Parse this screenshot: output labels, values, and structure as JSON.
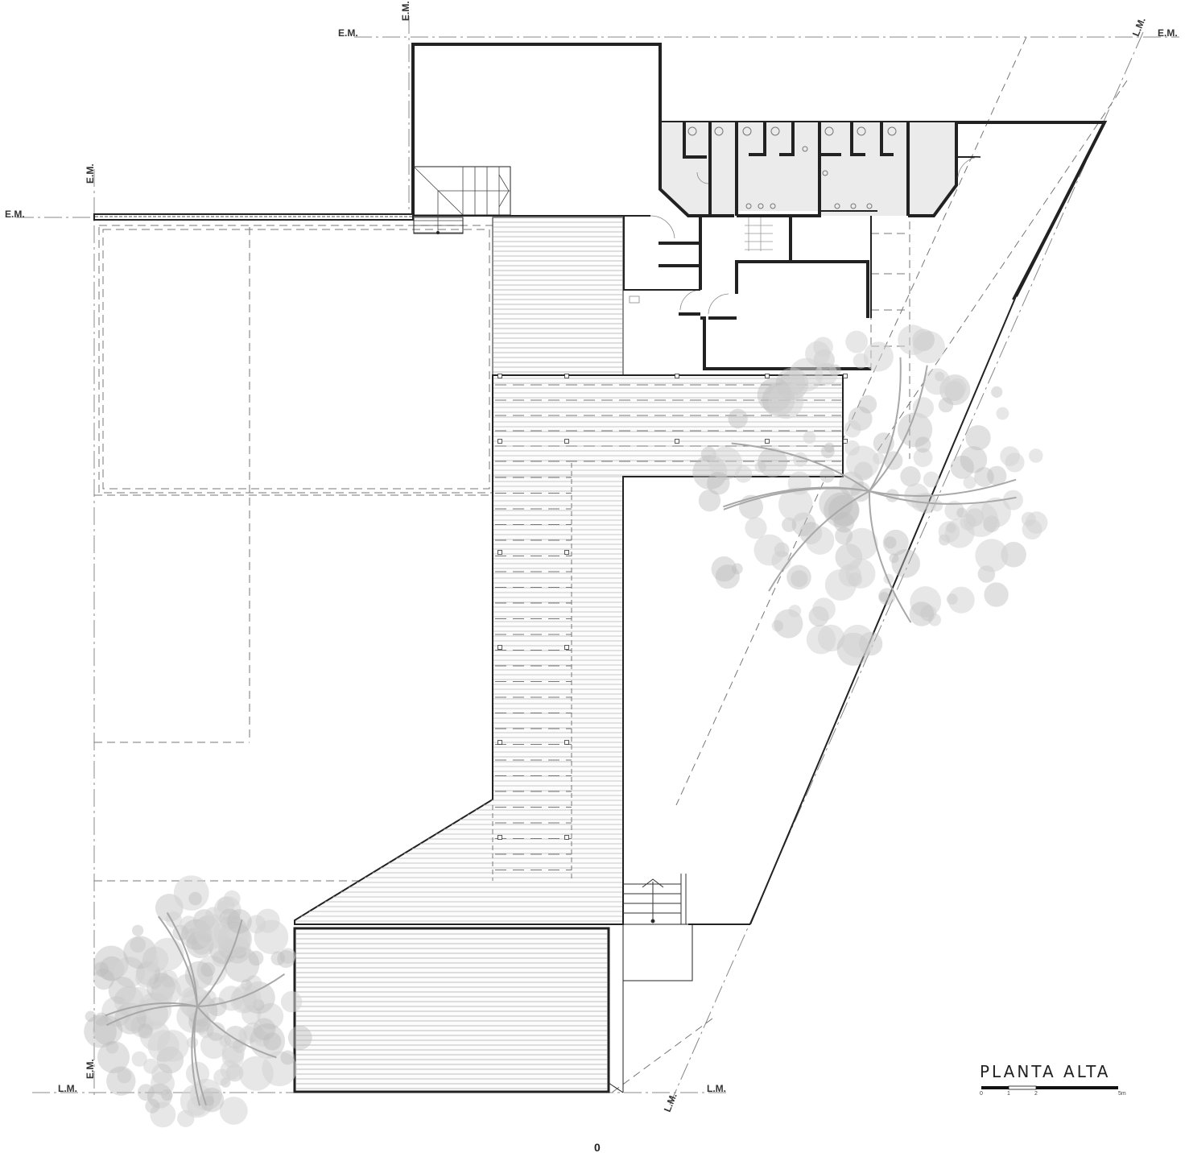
{
  "drawing": {
    "title": "PLANTA ALTA",
    "page_number": "0",
    "scale_bar": {
      "ticks": [
        "0",
        "1",
        "2",
        "5m"
      ]
    }
  },
  "markers": {
    "em": "E.M.",
    "lm": "L.M."
  },
  "icons": [
    "tree-icon",
    "door-swing-icon",
    "toilet-icon",
    "stair-icon"
  ]
}
